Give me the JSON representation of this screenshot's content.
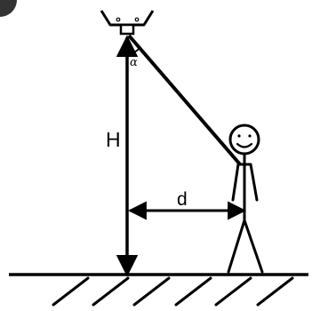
{
  "diagram": {
    "labels": {
      "height": "H",
      "distance": "d",
      "angle": "α"
    },
    "icons": {
      "lamp": "ceiling-lamp-icon",
      "person": "stick-figure-icon"
    },
    "colors": {
      "stroke": "#000000",
      "background": "#ffffff",
      "corner_badge": "#333333"
    }
  }
}
